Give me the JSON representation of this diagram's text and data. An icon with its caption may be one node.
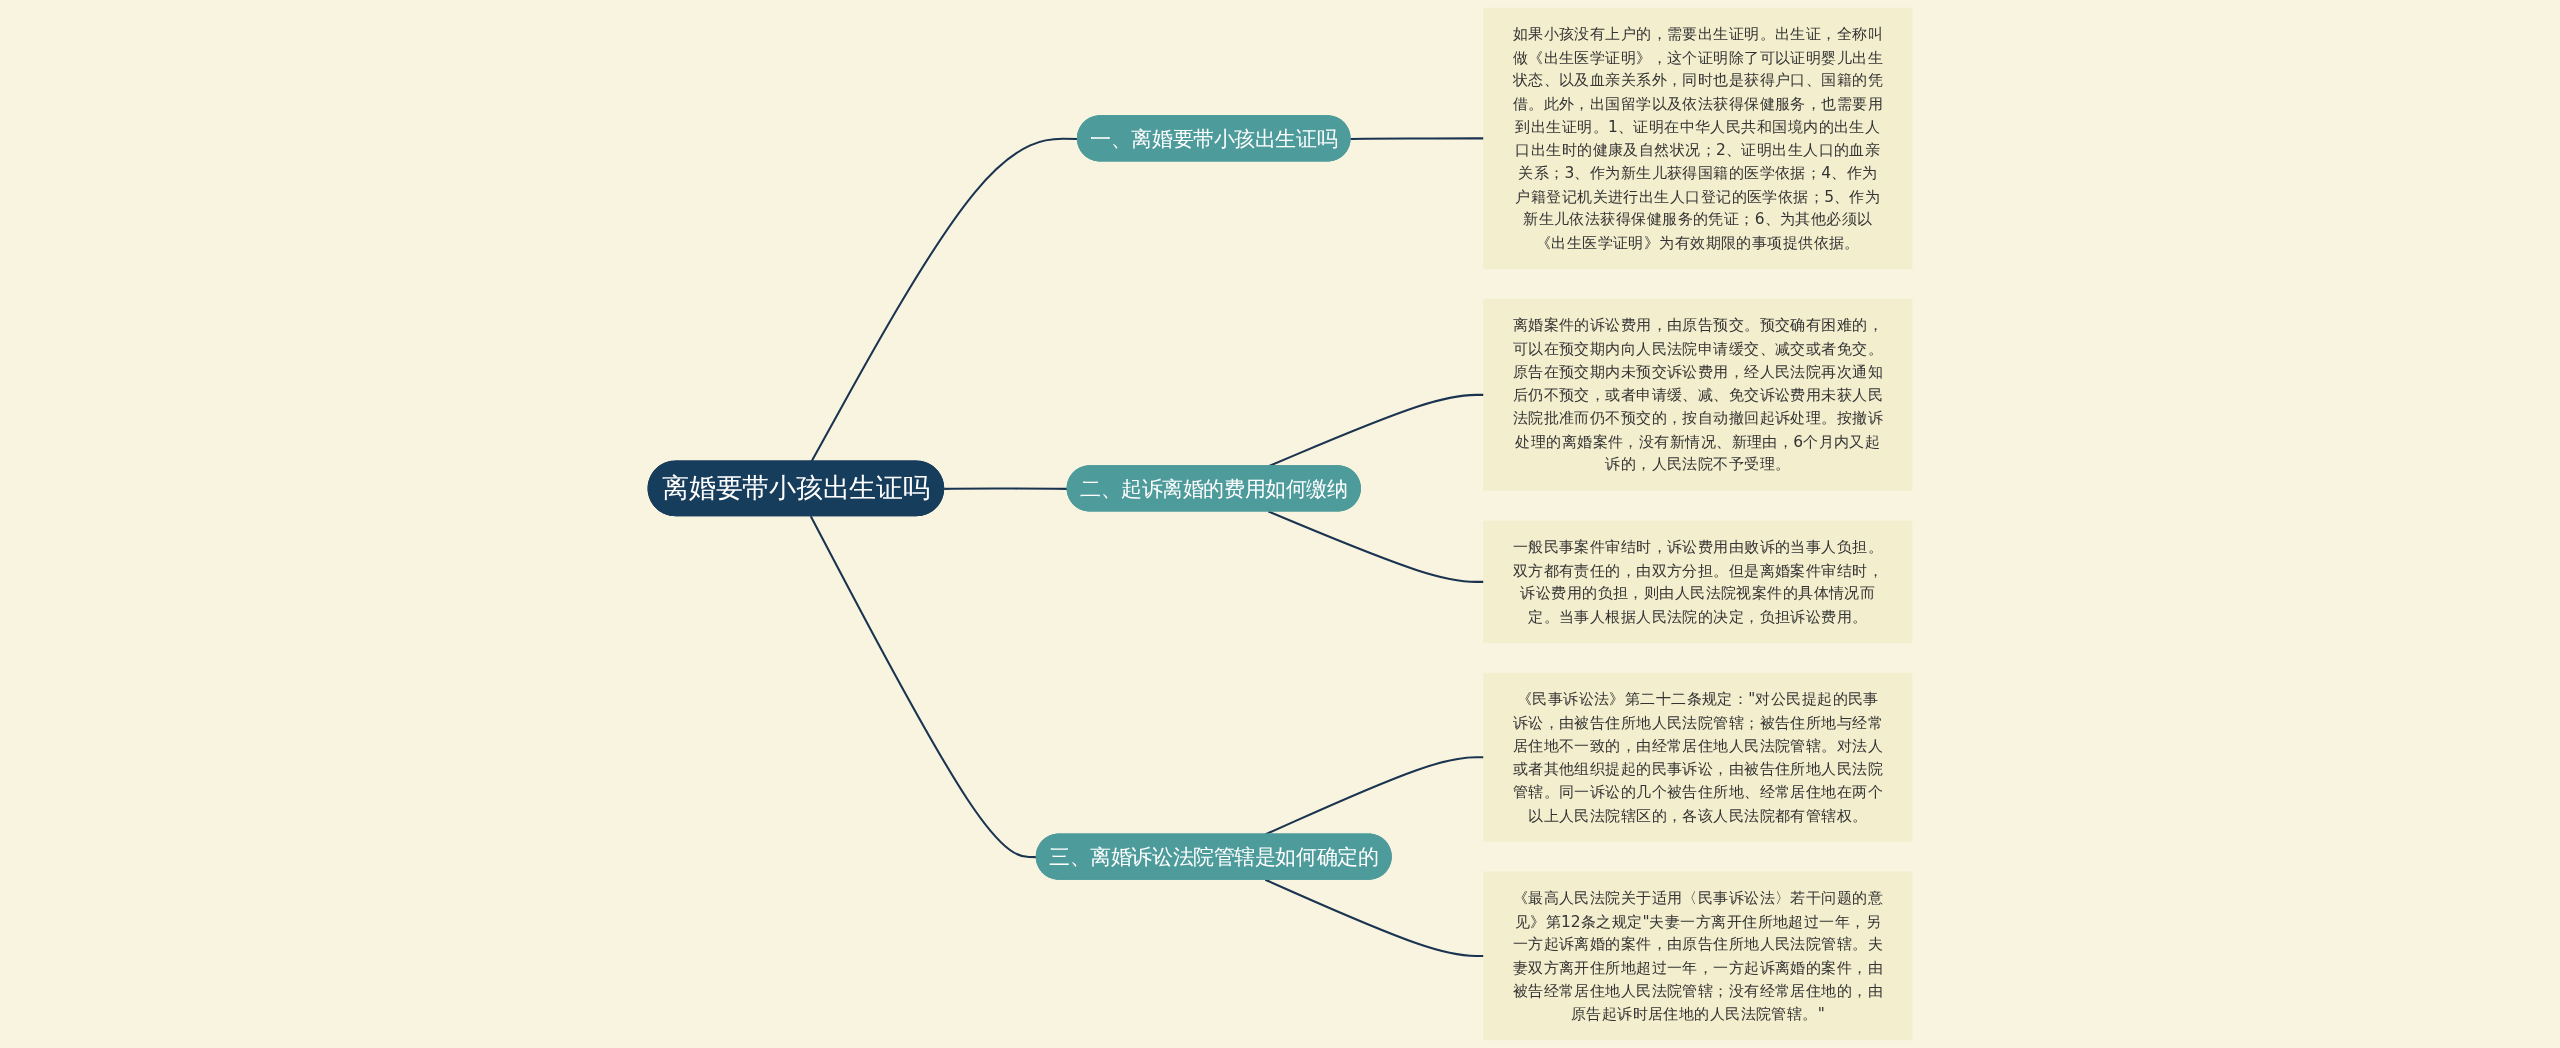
{
  "diagram": {
    "nodes": [
      {
        "text": [
          "离婚要带小孩出生证吗"
        ]
      },
      {
        "text": [
          "一、离婚要带小孩出生证吗"
        ]
      },
      {
        "text": [
          "如果小孩没有上户的，需要出生证明。出生证，全称叫做《出生医学证明》，这个证明除了可以证明婴儿出生状态、以及血亲关系外，同时也是获得户口、国籍的凭借。此外，出国留学以及依法获得保健服务，也需要用到出生证明。1、证明在中华人民共和国境内的出生人口出生时的健康及自然状况；2、证明出生人口的血亲关系；3、作为新生儿获得国籍的医学依据；4、作为户籍登记机关进行出生人口登记的医学依据；5、作为新生儿依法获得保健服务的凭证；6、为其他必须以《出生医学证明》为有效期限的事项提供依据。"
        ]
      },
      {
        "text": [
          "二、起诉离婚的费用如何缴纳"
        ]
      },
      {
        "text": [
          "离婚案件的诉讼费用，由原告预交。预交确有困难的，可以在预交期内向人民法院申请缓交、减交或者免交。原告在预交期内未预交诉讼费用，经人民法院再次通知后仍不预交，或者申请缓、减、免交诉讼费用未获人民法院批准而仍不预交的，按自动撤回起诉处理。按撤诉处理的离婚案件，没有新情况、新理由，6个月内又起诉的，人民法院不予受理。"
        ]
      },
      {
        "text": [
          "一般民事案件审结时，诉讼费用由败诉的当事人负担。双方都有责任的，由双方分担。但是离婚案件审结时，诉讼费用的负担，则由人民法院视案件的具体情况而定。当事人根据人民法院的决定，负担诉讼费用。"
        ]
      },
      {
        "text": [
          "三、离婚诉讼法院管辖是如何确定的"
        ]
      },
      {
        "text": [
          "《民事诉讼法》第二十二条规定：\"对公民提起的民事诉讼，由被告住所地人民法院管辖；被告住所地与经常居住地不一致的，由经常居住地人民法院管辖。对法人或者其他组织提起的民事诉讼，由被告住所地人民法院管辖。同一诉讼的几个被告住所地、经常居住地在两个以上人民法院辖区的，各该人民法院都有管辖权。"
        ]
      },
      {
        "text": [
          "《最高人民法院关于适用〈民事诉讼法〉若干问题的意见》第12条之规定\"夫妻一方离开住所地超过一年，另一方起诉离婚的案件，由原告住所地人民法院管辖。夫妻双方离开住所地超过一年，一方起诉离婚的案件，由被告经常居住地人民法院管辖；没有经常居住地的，由原告起诉时居住地的人民法院管辖。\""
        ]
      }
    ],
    "edges": [
      {
        "from": 0,
        "to": 1,
        "arrow": "none"
      },
      {
        "from": 1,
        "to": 2,
        "arrow": "none"
      },
      {
        "from": 0,
        "to": 3,
        "arrow": "none"
      },
      {
        "from": 3,
        "to": 4,
        "arrow": "none"
      },
      {
        "from": 3,
        "to": 5,
        "arrow": "none"
      },
      {
        "from": 0,
        "to": 6,
        "arrow": "none"
      },
      {
        "from": 6,
        "to": 7,
        "arrow": "none"
      },
      {
        "from": 6,
        "to": 8,
        "arrow": "none"
      }
    ]
  }
}
